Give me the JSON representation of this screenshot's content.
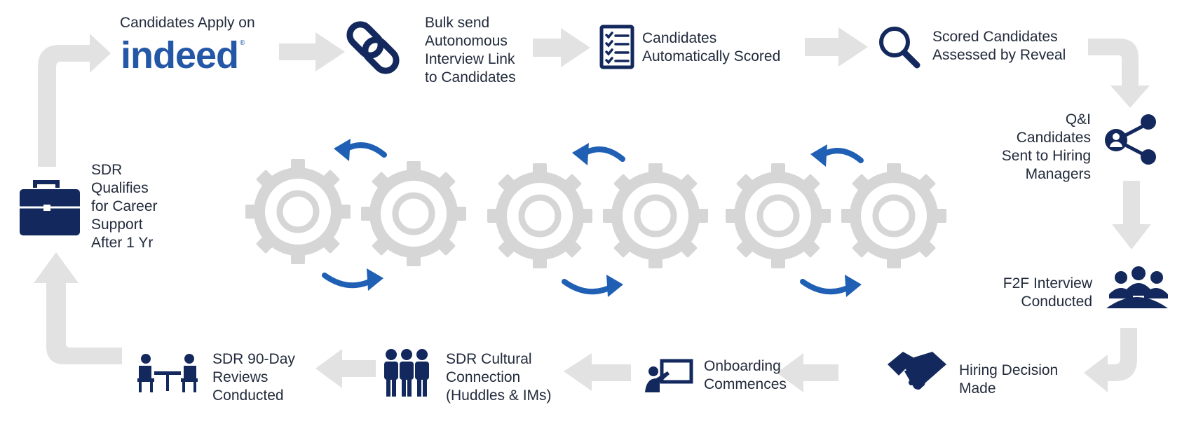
{
  "colors": {
    "navy": "#13285c",
    "blue": "#1f5fb4",
    "gear_gray": "#d6d6d6",
    "arrow_gray": "#e2e2e2",
    "indeed_blue": "#2557a7"
  },
  "logo": {
    "text": "indeed",
    "trademark": "®"
  },
  "steps": {
    "apply": "Candidates Apply on",
    "bulk_send": [
      "Bulk send",
      "Autonomous",
      "Interview Link",
      "to Candidates"
    ],
    "scored": [
      "Candidates",
      "Automatically Scored"
    ],
    "assessed": [
      "Scored Candidates",
      "Assessed by Reveal"
    ],
    "sent_hm": [
      "Q&I",
      "Candidates",
      "Sent to Hiring",
      "Managers"
    ],
    "f2f": [
      "F2F Interview",
      "Conducted"
    ],
    "decision": [
      "Hiring Decision",
      "Made"
    ],
    "onboarding": [
      "Onboarding",
      "Commences"
    ],
    "cultural": [
      "SDR Cultural",
      "Connection",
      "(Huddles & IMs)"
    ],
    "review": [
      "SDR 90-Day",
      "Reviews",
      "Conducted"
    ],
    "qualifies": [
      "SDR",
      "Qualifies",
      "for Career",
      "Support",
      "After 1 Yr"
    ]
  },
  "icons": [
    "chain-link-icon",
    "checklist-icon",
    "magnifier-icon",
    "share-network-icon",
    "meeting-group-icon",
    "handshake-icon",
    "presentation-board-icon",
    "team-people-icon",
    "desk-meeting-icon",
    "briefcase-icon",
    "gear-icon",
    "cycle-arrow-icon"
  ]
}
